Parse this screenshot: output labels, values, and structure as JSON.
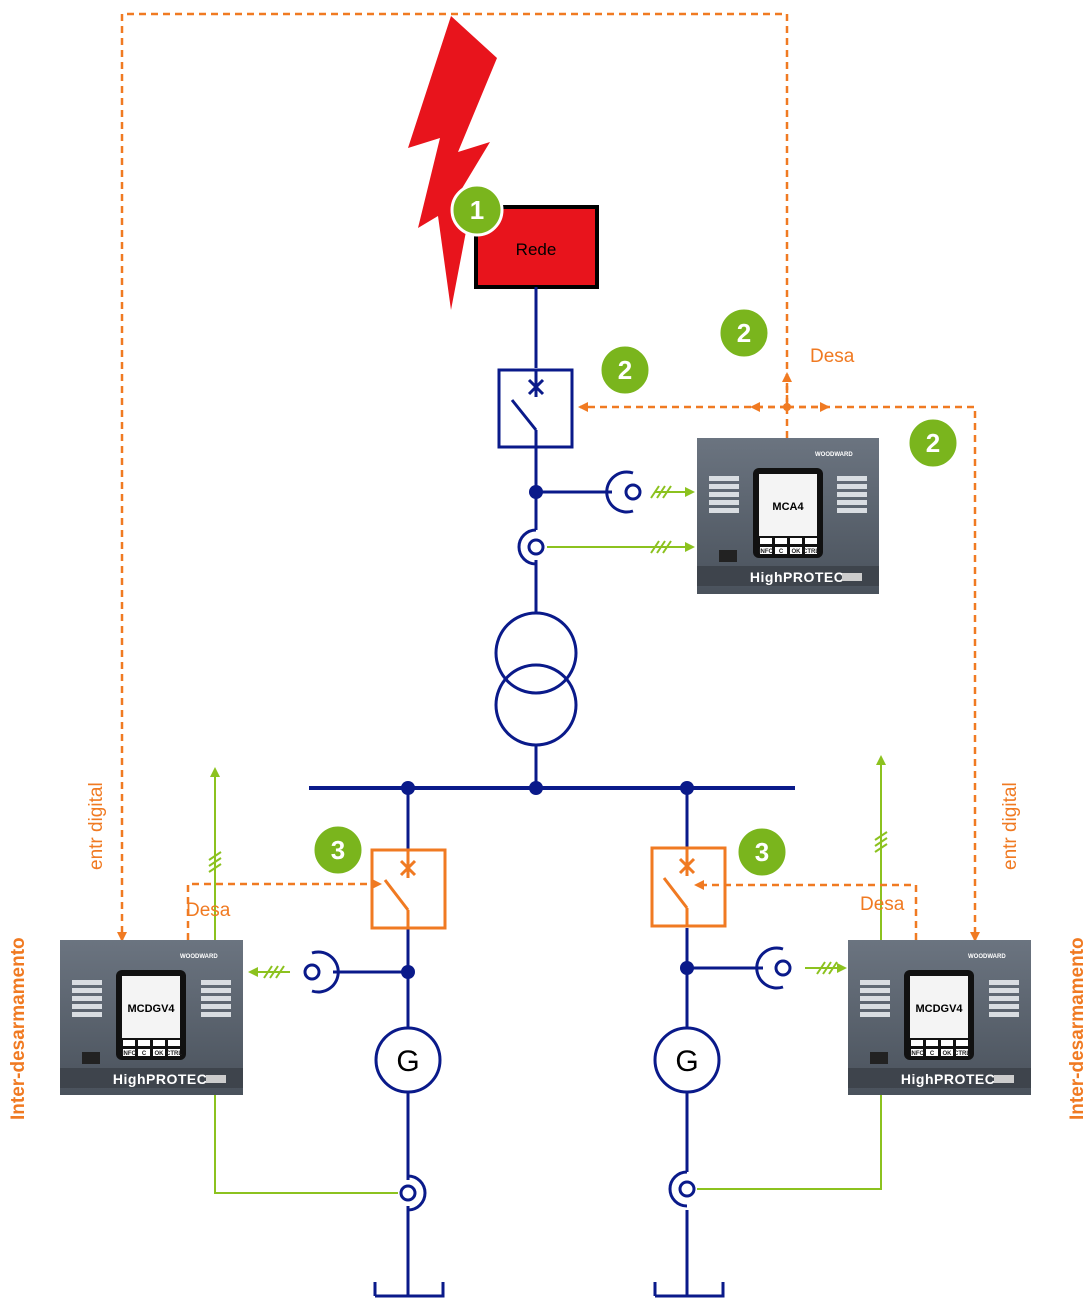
{
  "diagram": {
    "grid_label": "Rede",
    "generator_left_label": "G",
    "generator_right_label": "G",
    "desa_top": "Desa",
    "desa_left": "Desa",
    "desa_right": "Desa",
    "entr_left": "entr digital",
    "entr_right": "entr digital",
    "inter_left": "Inter-desarmamento",
    "inter_right": "Inter-desarmamento",
    "badges": [
      "1",
      "2",
      "2",
      "2",
      "3",
      "3"
    ],
    "devices": {
      "top": {
        "model": "MCA4",
        "brand_a": "High",
        "brand_b": "PROTEC",
        "maker": "WOODWARD"
      },
      "left": {
        "model": "MCDGV4",
        "brand_a": "High",
        "brand_b": "PROTEC",
        "maker": "WOODWARD"
      },
      "right": {
        "model": "MCDGV4",
        "brand_a": "High",
        "brand_b": "PROTEC",
        "maker": "WOODWARD"
      }
    },
    "buttons": [
      "INFO",
      "C",
      "OK",
      "CTRL"
    ]
  },
  "colors": {
    "line": "#0a1a8a",
    "signal": "#f07a22",
    "measurement": "#8cc21f",
    "fault": "#e8141c",
    "badge": "#7ab51d",
    "device_panel": "#5a6470"
  }
}
